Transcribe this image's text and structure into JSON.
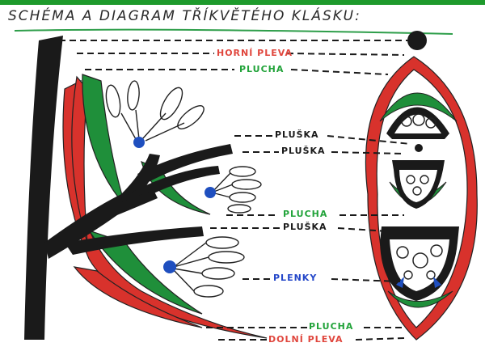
{
  "title": "SCHÉMA A DIAGRAM TŘÍKVĚTÉHO KLÁSKU:",
  "labels": {
    "horni_pleva": "HORNÍ PLEVA",
    "plucha_top": "PLUCHA",
    "pluska_1": "PLUŠKA",
    "pluska_2": "PLUŠKA",
    "plucha_mid": "PLUCHA",
    "pluska_3": "PLUŠKA",
    "plenky": "PLENKY",
    "plucha_bottom": "PLUCHA",
    "dolni_pleva": "DOLNÍ PLEVA"
  },
  "colors": {
    "header_bar": "#1e9a2c",
    "axis": "#1a1a1a",
    "pleva": "#d8322c",
    "plucha": "#1f8f3a",
    "lodicule": "#1f4fbf",
    "stamen": "#ffffff",
    "label_red": "#e0463d",
    "label_green": "#22a33a",
    "label_blue": "#2447c9",
    "label_dark": "#1a1a1a"
  }
}
